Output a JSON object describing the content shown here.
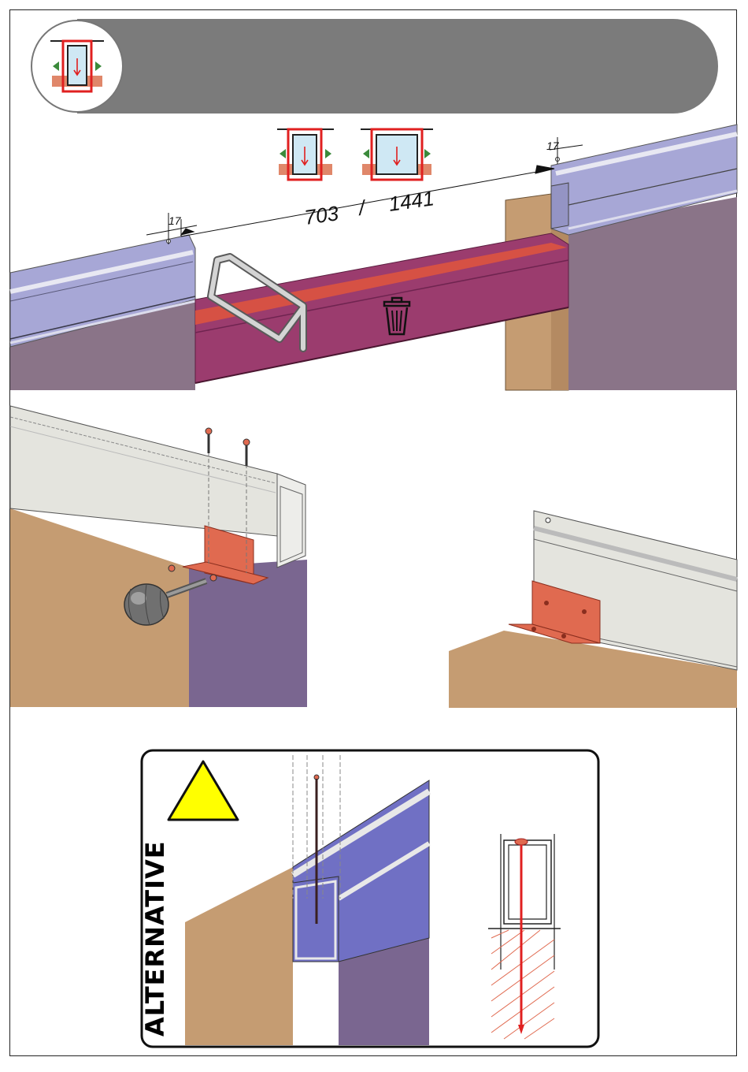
{
  "dimensions": {
    "left_offset": "17",
    "right_offset": "17",
    "width_small": "703",
    "separator": "/",
    "width_large": "1441"
  },
  "alternative_box": {
    "label": "ALTERNATIVE"
  },
  "icons": {
    "header": "window-frame-icon",
    "option_small": "narrow-window-frame-icon",
    "option_large": "wide-window-frame-icon",
    "discard": "trash-bin-icon",
    "warning": "warning-triangle-icon",
    "tool": "screwdriver-icon"
  },
  "colors": {
    "header_bar": "#7b7b7b",
    "frame_profile": "#a7a7d6",
    "wall": "#8a7488",
    "wood": "#c59c72",
    "transport_beam": "#9b3c6e",
    "bracket": "#e06a50",
    "warning_fill": "#ffff00"
  }
}
